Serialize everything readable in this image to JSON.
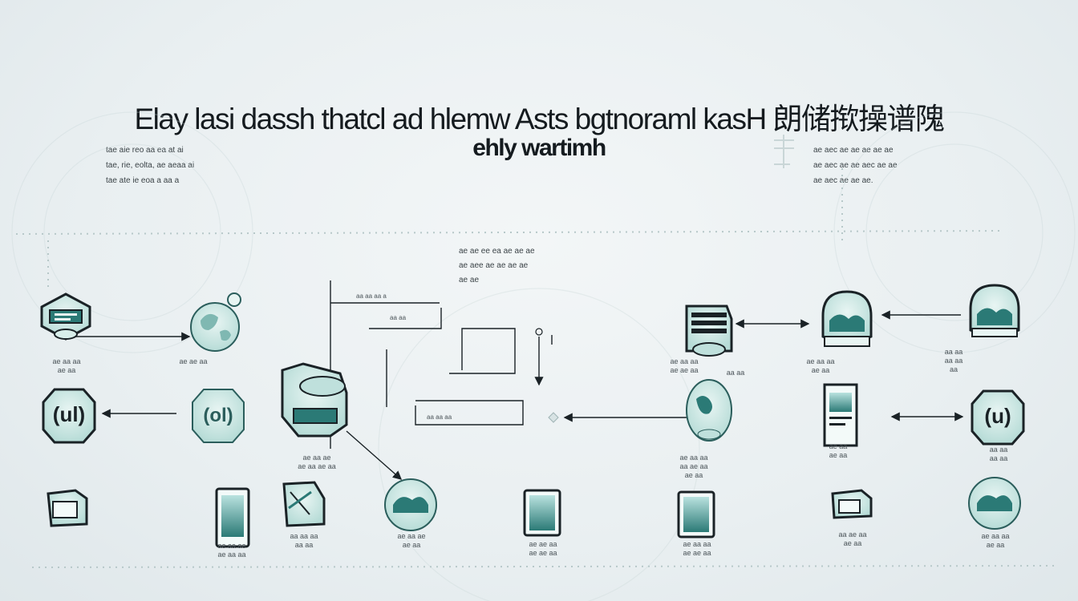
{
  "header": {
    "title": "Elay lasi dassh thatcl ad hlemw Asts bgtnoraml kasH 朗储揿操谱隗",
    "subtitle": "ehly wartimh"
  },
  "text_blocks": {
    "left": [
      "tae aie reo aa ea at ai",
      "tae, rie, eolta, ae aeaa ai",
      "tae ate ie eoa a aa a"
    ],
    "right": [
      "ae aec ae ae ae ae ae",
      "ae aec ae ae aec ae ae",
      "ae aec ae ae ae."
    ],
    "center": [
      "ae ae ee ea ae ae ae",
      "ae aee ae ae ae ae",
      "ae ae"
    ]
  },
  "arrow_labels": {
    "upper_line": "aa aa aa a",
    "upper_box": "aa aa",
    "lower_box": "aa aa aa"
  },
  "captions": {
    "r1_left": [
      "ae aa aa",
      "ae aa"
    ],
    "r1_mid": [
      "ae ae aa"
    ],
    "r1_rightA": [
      "ae aa aa",
      "ae ae aa"
    ],
    "r1_rightA_b": [
      "aa aa"
    ],
    "r1_rightB": [
      "ae aa aa",
      "ae aa"
    ],
    "r1_rightC": [
      "aa aa",
      "aa aa",
      "aa"
    ],
    "r2_center": [
      "ae aa ae",
      "ae aa ae aa"
    ],
    "r2_rightA": [
      "ae aa aa",
      "aa ae aa",
      "ae aa"
    ],
    "r2_rightB": [
      "ae aa",
      "ae aa"
    ],
    "r2_rightC": [
      "aa aa",
      "aa aa"
    ],
    "r3_b": [
      "ae aa ae",
      "ae aa aa"
    ],
    "r3_c": [
      "aa aa aa",
      "aa aa"
    ],
    "r3_d": [
      "ae aa ae",
      "ae aa"
    ],
    "r3_e": [
      "ae ae aa",
      "ae ae aa"
    ],
    "r3_f": [
      "ae aa aa",
      "ae ae aa"
    ],
    "r3_g": [
      "aa ae aa",
      "ae aa"
    ],
    "r3_h": [
      "ae aa aa",
      "ae aa"
    ]
  },
  "nodes": [
    {
      "id": "n1",
      "icon": "server-shield-icon"
    },
    {
      "id": "n2",
      "icon": "globe-icon"
    },
    {
      "id": "n3",
      "icon": "data-badge-icon"
    },
    {
      "id": "n4",
      "icon": "data-badge-icon"
    },
    {
      "id": "n5",
      "icon": "cloud-drive-icon"
    },
    {
      "id": "n6",
      "icon": "router-stack-icon"
    },
    {
      "id": "n7",
      "icon": "cloud-node-icon"
    },
    {
      "id": "n8",
      "icon": "cloud-node-icon"
    },
    {
      "id": "n9",
      "icon": "map-globe-icon"
    },
    {
      "id": "n10",
      "icon": "document-panel-icon"
    },
    {
      "id": "n11",
      "icon": "data-badge-icon"
    },
    {
      "id": "n12",
      "icon": "folder-icon"
    },
    {
      "id": "n13",
      "icon": "tablet-icon"
    },
    {
      "id": "n14",
      "icon": "cloud-drive-icon"
    },
    {
      "id": "n15",
      "icon": "map-globe-icon"
    },
    {
      "id": "n16",
      "icon": "tablet-icon"
    },
    {
      "id": "n17",
      "icon": "tablet-icon"
    },
    {
      "id": "n18",
      "icon": "folder-icon"
    },
    {
      "id": "n19",
      "icon": "map-globe-icon"
    }
  ],
  "colors": {
    "teal": "#1f6f6d",
    "teal_light": "#bfe0dc",
    "ink": "#1a2226",
    "dotted": "#b7c8c9"
  }
}
